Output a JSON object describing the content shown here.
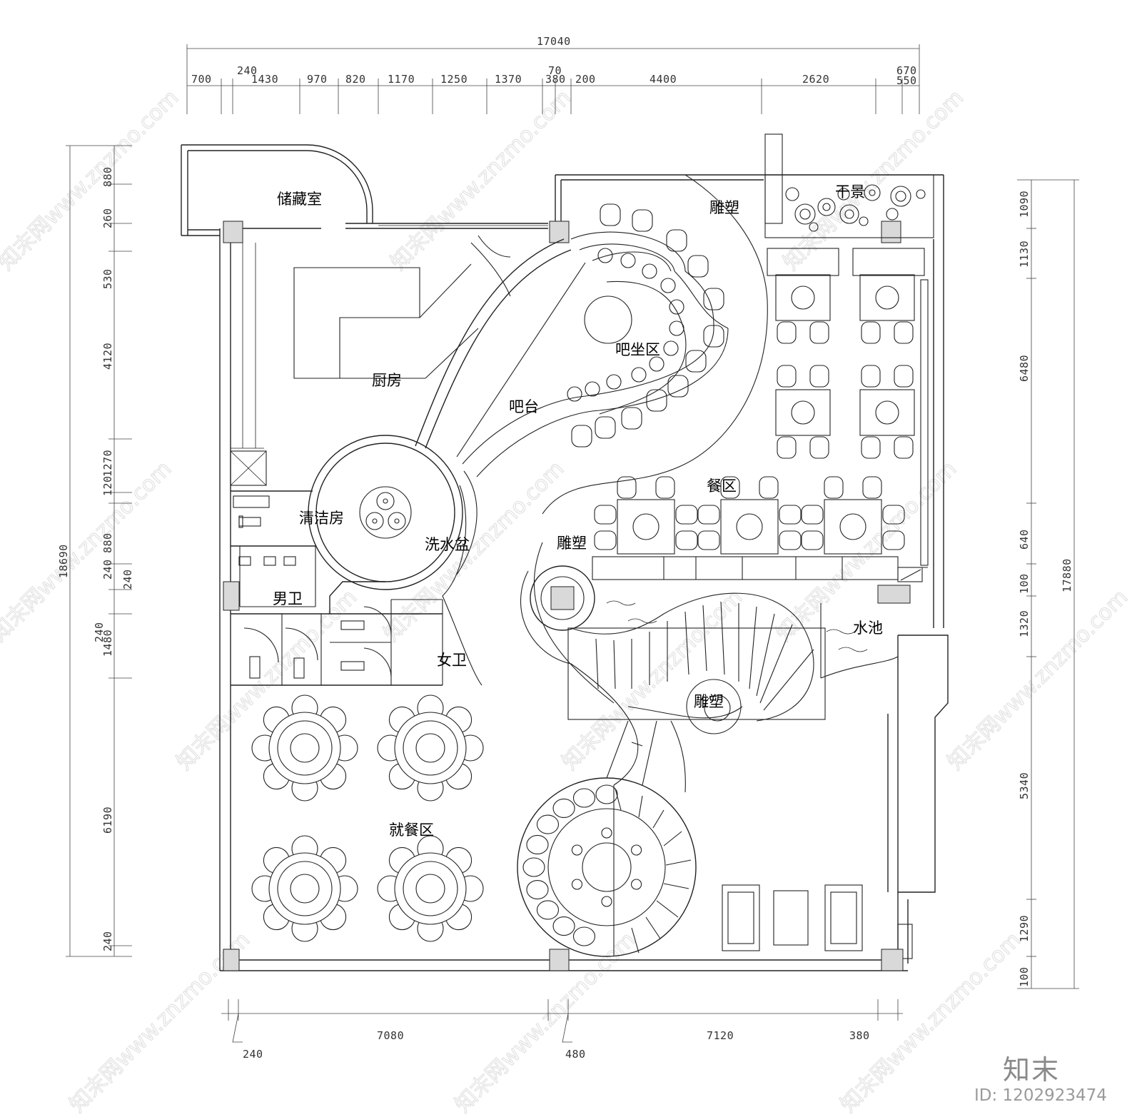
{
  "rooms": {
    "storage": "储藏室",
    "kitchen": "厨房",
    "bar_counter": "吧台",
    "bar_seating": "吧坐区",
    "sculpture_top": "雕塑",
    "dry_landscape": "干景",
    "cleaning_room": "清洁房",
    "wash_basin": "洗水盆",
    "sculpture_mid": "雕塑",
    "dining_area": "餐区",
    "mens_wc": "男卫",
    "womens_wc": "女卫",
    "pool": "水池",
    "sculpture_stair": "雕塑",
    "main_dining": "就餐区"
  },
  "dimensions": {
    "top_total": "17040",
    "top": [
      "700",
      "240",
      "1430",
      "970",
      "820",
      "1170",
      "1250",
      "1370",
      "70",
      "380",
      "200",
      "4400",
      "2620",
      "670",
      "550"
    ],
    "left_total": "18690",
    "left": [
      "880",
      "260",
      "530",
      "4120",
      "1270",
      "120",
      "880",
      "240",
      "240",
      "240",
      "1480",
      "6190",
      "240"
    ],
    "right_total": "17880",
    "right": [
      "1090",
      "1130",
      "6480",
      "640",
      "100",
      "1320",
      "5340",
      "1290",
      "100"
    ],
    "bottom": [
      "240",
      "7080",
      "480",
      "7120",
      "380"
    ]
  },
  "brand": {
    "logo": "知末",
    "id_text": "ID: 1202923474",
    "watermark": "知末网www.znzmo.com"
  }
}
